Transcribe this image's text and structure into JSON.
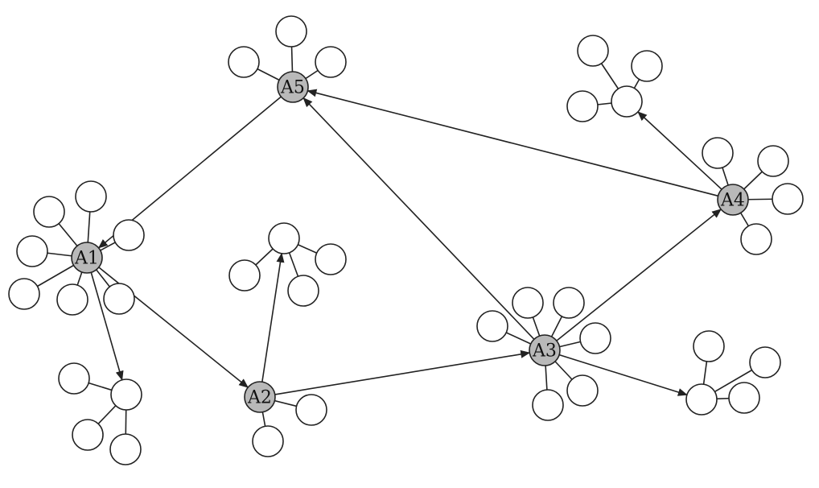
{
  "diagram": {
    "agent_fill": "#b9b9b9",
    "line_color": "#222222",
    "agents": [
      {
        "id": "A1",
        "label": "A1"
      },
      {
        "id": "A2",
        "label": "A2"
      },
      {
        "id": "A3",
        "label": "A3"
      },
      {
        "id": "A4",
        "label": "A4"
      },
      {
        "id": "A5",
        "label": "A5"
      }
    ],
    "directed_edges": [
      {
        "from": "A5",
        "to": "A1"
      },
      {
        "from": "A1",
        "to": "A2"
      },
      {
        "from": "A2",
        "to": "A3"
      },
      {
        "from": "A3",
        "to": "A4"
      },
      {
        "from": "A3",
        "to": "A5"
      },
      {
        "from": "A4",
        "to": "A5"
      },
      {
        "from": "A1",
        "to": "C1"
      },
      {
        "from": "A2",
        "to": "C2"
      },
      {
        "from": "A3",
        "to": "C3"
      },
      {
        "from": "A4",
        "to": "C4"
      }
    ]
  }
}
